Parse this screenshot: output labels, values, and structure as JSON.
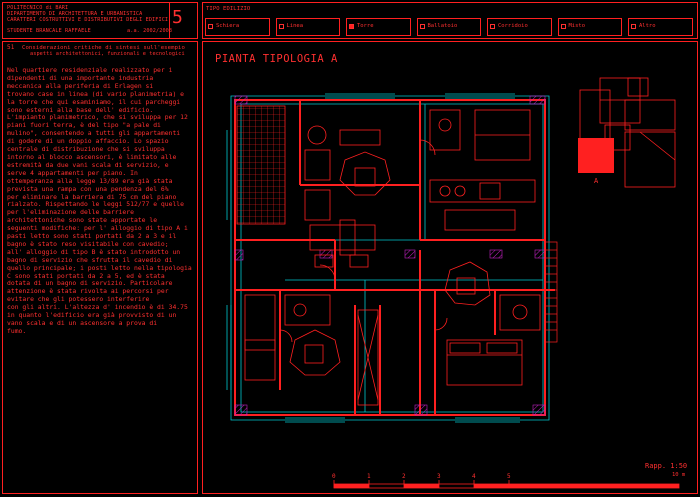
{
  "header": {
    "lines": [
      "POLITECNICO di BARI",
      "DIPARTIMENTO DI ARCHITETTURA E URBANISTICA",
      "CARATTERI COSTRUTTIVI E DISTRIBUTIVI DEGLI EDIFICI",
      "STUDENTE BRANCALE RAFFAELE"
    ],
    "year": "a.a. 2002/2003",
    "sheet_number": "5"
  },
  "tipo": {
    "label": "TIPO EDILIZIO",
    "options": [
      {
        "label": "Schiera",
        "checked": false
      },
      {
        "label": "Linea",
        "checked": false
      },
      {
        "label": "Torre",
        "checked": true
      },
      {
        "label": "Ballatoio",
        "checked": false
      },
      {
        "label": "Corridoio",
        "checked": false
      },
      {
        "label": "Misto",
        "checked": false
      },
      {
        "label": "Altro",
        "checked": false
      }
    ]
  },
  "description": {
    "number": "51",
    "title_line1": "Considerazioni critiche di sintesi sull'esempio",
    "title_line2": "aspetti architettonici, funzionali e tecnologici",
    "body": "Nel quartiere residenziale realizzato per i\ndipendenti di una importante industria\nmeccanica alla periferia di Erlagen si\ntrovano case in linea (di vario planimetria) e\nla torre che qui esaminiamo, il cui parcheggi\nsono esterni alla base dell' edificio.\nL'impianto planimetrico, che si sviluppa per 12\npiani fuori terra, è del tipo \"a pale di\nmulino\", consentendo a tutti gli appartamenti\ndi godere di un doppio affaccio. Lo spazio\ncentrale di distribuzione che si sviluppa\nintorno al blocco ascensori, è limitato alle\nestremità da due vani scala di servizio, e\nserve 4 appartamenti per piano. In\nottemperanza alla legge 13/89 era già stata\nprevista una rampa con una pendenza del 6%\nper eliminare la barriera di 75 cm del piano\nrialzato. Rispettando le leggi 512/77 e quelle\nper l'eliminazione delle barriere\narchitettoniche sono state apportate le\nseguenti modifiche: per l' alloggio di tipo A i\npasti letto sono stati portati da 2 a 3 e il\nbagno è stato reso visitabile con cavedio;\nall' alloggio di tipo B è stato introdotto un\nbagno di servizio che sfrutta il cavedio di\nquello principale; i posti letto nella tipologia\nC sono stati portati da 2 a 5, ed è stata\ndotata di un bagno di servizio. Particolare\nattenzione è stata rivolta ai percorsi per\nevitare che gli potessero interferire\ncon gli altri. L'altezza d' incendio  è di 34.75\nin quanto l'edificio era già provvisto di un\nvano scala e di un ascensore a prova di\nfumo."
  },
  "plan": {
    "title": "PIANTA TIPOLOGIA A",
    "key_label": "A",
    "scale_label": "Rapp. 1:50",
    "scale_unit": "10 m",
    "scale_ticks": [
      "0",
      "1",
      "2",
      "3",
      "4",
      "5"
    ]
  },
  "colors": {
    "frame": "#ff2020",
    "wall": "#ff2020",
    "outline": "#00c8d0",
    "furniture": "#ff2020",
    "hatch": "#c020c0",
    "background": "#000000"
  }
}
